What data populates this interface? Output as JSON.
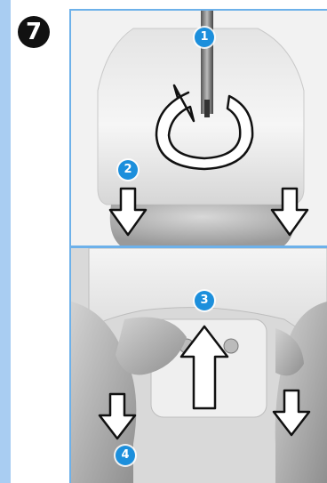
{
  "step": {
    "number": "7"
  },
  "callouts": {
    "c1": "1",
    "c2": "2",
    "c3": "3",
    "c4": "4"
  },
  "colors": {
    "rail": "#a9cdf2",
    "frame": "#6db1ea",
    "callout": "#1c8fdc",
    "badge": "#111111"
  },
  "icons": [
    "rotate-arrow-icon",
    "down-arrow-icon",
    "up-arrow-icon",
    "screwdriver-icon"
  ]
}
